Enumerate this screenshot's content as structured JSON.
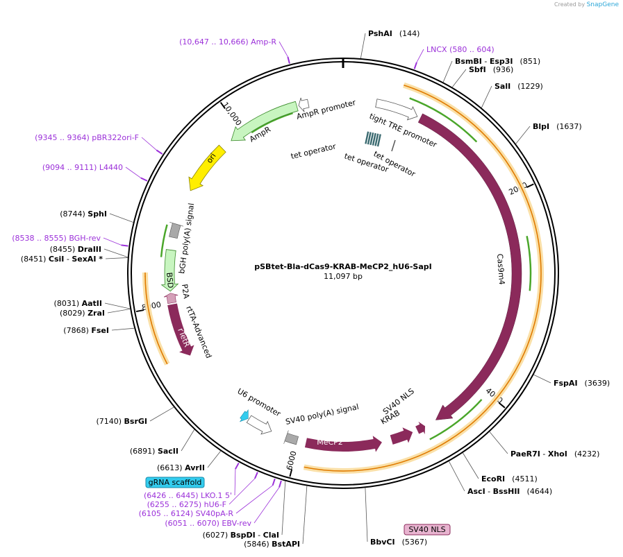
{
  "credit": {
    "prefix": "Created by",
    "brand": "SnapGene"
  },
  "plasmid": {
    "name": "pSBtet-Bla-dCas9-KRAB-MeCP2_hU6-SapI",
    "size": "11,097 bp"
  },
  "ticks": [
    {
      "label": "2000",
      "pos": 2000
    },
    {
      "label": "4000",
      "pos": 4000
    },
    {
      "label": "6000",
      "pos": 6000
    },
    {
      "label": "8000",
      "pos": 8000
    },
    {
      "label": "10,000",
      "pos": 10000
    }
  ],
  "sites": [
    {
      "name": "PshAI",
      "coord": "(144)"
    },
    {
      "name": "BsmBI",
      "name2": "Esp3I",
      "coord": "(851)"
    },
    {
      "name": "SbfI",
      "coord": "(936)"
    },
    {
      "name": "SalI",
      "coord": "(1229)"
    },
    {
      "name": "BlpI",
      "coord": "(1637)"
    },
    {
      "name": "FspAI",
      "coord": "(3639)"
    },
    {
      "name": "PaeR7I",
      "name2": "XhoI",
      "coord": "(4232)"
    },
    {
      "name": "EcoRI",
      "coord": "(4511)"
    },
    {
      "name": "AscI",
      "name2": "BssHII",
      "coord": "(4644)"
    },
    {
      "name": "BbvCI",
      "coord": "(5367)"
    },
    {
      "name": "BstAPI",
      "coord": "(5846)"
    },
    {
      "name": "BspDI",
      "name2": "ClaI",
      "coord": "(6027)"
    },
    {
      "name": "AvrII",
      "coord": "(6613)"
    },
    {
      "name": "SacII",
      "coord": "(6891)"
    },
    {
      "name": "BsrGI",
      "coord": "(7140)"
    },
    {
      "name": "FseI",
      "coord": "(7868)"
    },
    {
      "name": "ZraI",
      "coord": "(8029)"
    },
    {
      "name": "AatII",
      "coord": "(8031)"
    },
    {
      "name": "CsiI",
      "name2": "SexAI *",
      "coord": "(8451)"
    },
    {
      "name": "DraIII",
      "coord": "(8455)"
    },
    {
      "name": "SphI",
      "coord": "(8744)"
    }
  ],
  "primers": [
    {
      "name": "Amp-R",
      "coord": "(10,647 .. 10,666)"
    },
    {
      "name": "LNCX",
      "coord": "(580 .. 604)"
    },
    {
      "name": "pBR322ori-F",
      "coord": "(9345 .. 9364)"
    },
    {
      "name": "L4440",
      "coord": "(9094 .. 9111)"
    },
    {
      "name": "BGH-rev",
      "coord": "(8538 .. 8555)"
    },
    {
      "name": "LKO.1 5'",
      "coord": "(6426 .. 6445)"
    },
    {
      "name": "hU6-F",
      "coord": "(6255 .. 6275)"
    },
    {
      "name": "SV40pA-R",
      "coord": "(6105 .. 6124)"
    },
    {
      "name": "EBV-rev",
      "coord": "(6051 .. 6070)"
    }
  ],
  "features": {
    "ampr": "AmpR",
    "ampr_promoter": "AmpR promoter",
    "ori": "ori",
    "tight_tre": "tight TRE promoter",
    "tet_op1": "tet operator",
    "tet_op2": "tet operator",
    "tet_op3": "tet operator",
    "cas9": "Cas9m4",
    "sv40_nls": "SV40 NLS",
    "krab": "KRAB",
    "mecp2": "MeCP2",
    "sv40_polya": "SV40 poly(A) signal",
    "u6": "U6 promoter",
    "bgh": "bGH poly(A) signal",
    "bsd": "BSD",
    "p2a": "P2A",
    "rtta": "rtTA-Advanced",
    "rtetr": "rTetR",
    "grna_box": "gRNA scaffold",
    "sv40_nls_box": "SV40 NLS"
  },
  "colors": {
    "backbone": "#000000",
    "cds": "#8b2a5b",
    "ampr_fill": "#c8f5c0",
    "ampr_stroke": "#3a8a2a",
    "ori_fill": "#ffee00",
    "orf_orange": "#e07b00",
    "orf_glow": "#fae0a8",
    "orf_green": "#4aa62a",
    "primer": "#9b30d9",
    "grna_fill": "#33ccee",
    "nls_box": "#e8b4d0",
    "polya_fill": "#a9a9a9"
  }
}
